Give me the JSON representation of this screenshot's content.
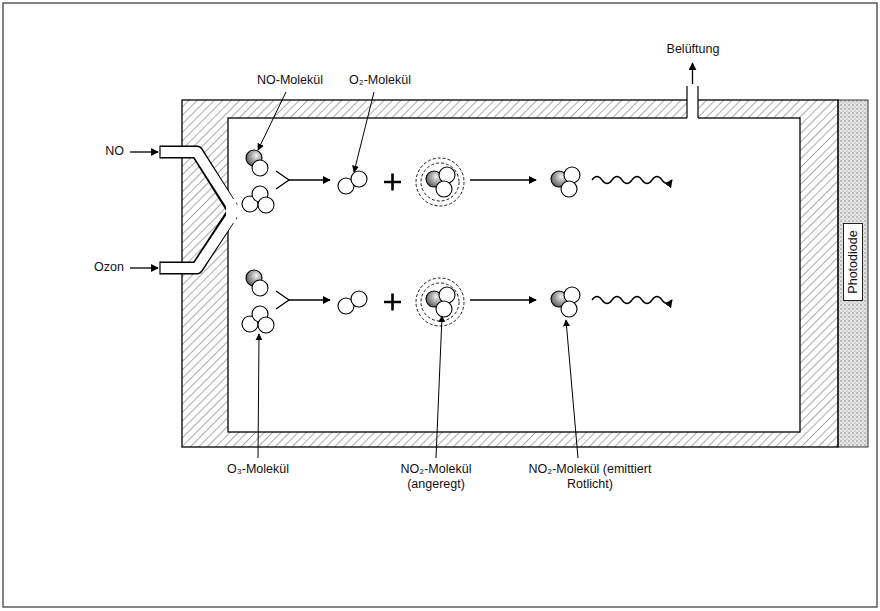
{
  "diagram": {
    "nodes": [
      {
        "text": [
          "Photodiode"
        ]
      }
    ],
    "labels": [
      "Belüftung",
      "NO-Molekül",
      "O₂-Molekül",
      "NO",
      "Ozon",
      "O₃-Molekül",
      "NO₂-Molekül (angeregt)",
      "NO₂-Molekül (emittiert Rotlicht)"
    ]
  }
}
